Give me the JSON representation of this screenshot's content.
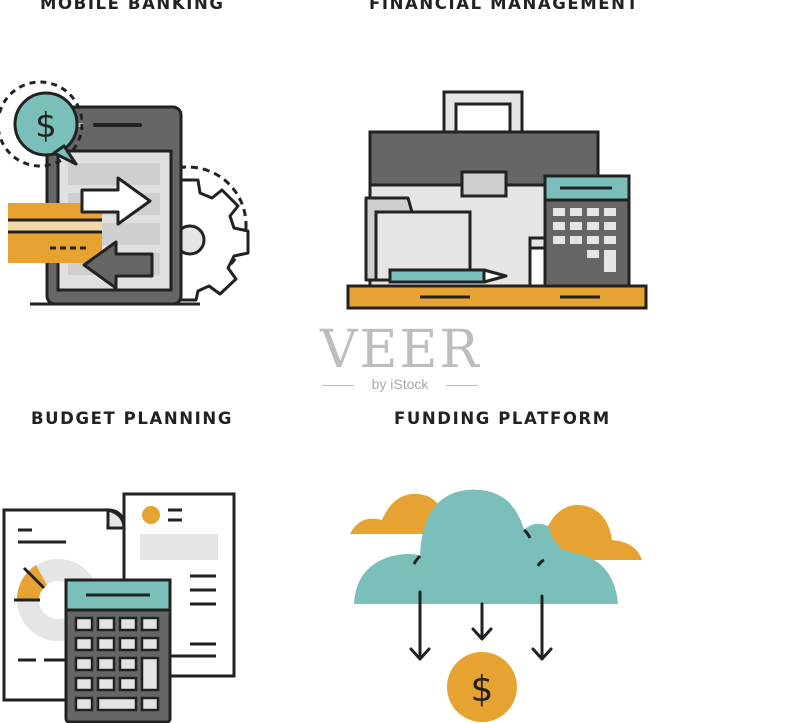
{
  "titles": {
    "mobile_banking": "MOBILE BANKING",
    "financial_management": "FINANCIAL MANAGEMENT",
    "budget_planning": "BUDGET PLANNING",
    "funding_platform": "FUNDING PLATFORM"
  },
  "watermark": {
    "main": "VEER",
    "sub": "by iStock"
  },
  "icons": {
    "mobile_banking": "smartphone-transfer-icon",
    "financial_management": "briefcase-desk-icon",
    "budget_planning": "report-calculator-icon",
    "funding_platform": "cloud-dollar-icon"
  },
  "currency_symbol": "$",
  "colors": {
    "teal": "#7bbfbb",
    "orange": "#e6a332",
    "dark_gray": "#666666",
    "light_gray": "#e5e5e5",
    "outline": "#222222"
  }
}
